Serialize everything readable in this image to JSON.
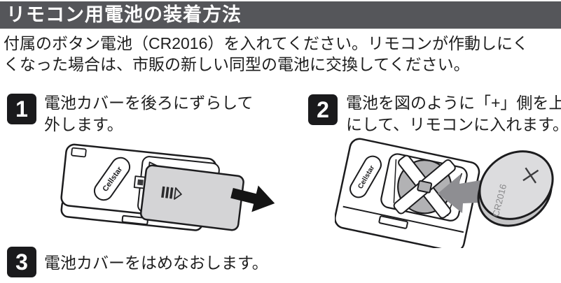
{
  "header": {
    "title": "リモコン用電池の装着方法"
  },
  "intro": {
    "lines": [
      "付属のボタン電池（CR2016）を入れてください。リモコンが作動しにく",
      "くなった場合は、市販の新しい同型の電池に交換してください。"
    ]
  },
  "steps": [
    {
      "number": "1",
      "lines": [
        "電池カバーを後ろにずらして",
        "外します。"
      ]
    },
    {
      "number": "2",
      "lines": [
        "電池を図のように「+」側を上",
        "にして、リモコンに入れます。"
      ]
    },
    {
      "number": "3",
      "lines": [
        "電池カバーをはめなおします。"
      ]
    }
  ],
  "illustrations": {
    "left": {
      "description": "リモコンの電池カバーを後ろにずらして外す図",
      "logo": "Cellstar",
      "arrow_icon": "arrow-right"
    },
    "right": {
      "description": "ボタン電池を「+」側を上にしてリモコンに入れる図",
      "logo": "Cellstar",
      "battery_label": "CR2016",
      "battery_polarity": "+",
      "arrow_icon": "arrow-left"
    }
  },
  "colors": {
    "header_bg": "#55565a",
    "header_text": "#ffffff",
    "body_text": "#1e1e1e",
    "badge_bg": "#1a1a1c",
    "cover_gray": "#d4d4d6",
    "battery_well_gray": "#b2b2b4",
    "arrow_gray": "#8e8e92",
    "battery_face": "#dcdcde"
  }
}
